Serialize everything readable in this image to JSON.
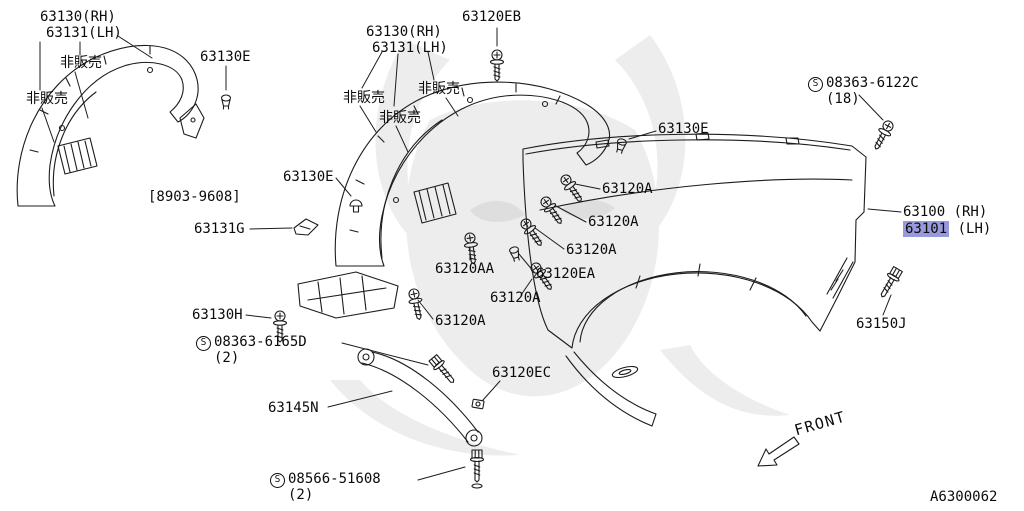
{
  "diagram": {
    "doc_code": "A6300062",
    "front_arrow": "FRONT",
    "s_mark": "S",
    "colors": {
      "highlight": "#9898dc"
    },
    "left_assembly": {
      "title_rh": "63130(RH)",
      "title_lh": "63131(LH)",
      "not_sold_a": "非販売",
      "not_sold_b": "非販売",
      "clip": "63130E",
      "date_range": "[8903-9608]",
      "bracket": "63131G"
    },
    "center_assembly": {
      "title_rh": "63130(RH)",
      "title_lh": "63131(LH)",
      "not_sold_a": "非販売",
      "not_sold_b": "非販売",
      "not_sold_c": "非販売",
      "screw_eb": "63120EB",
      "grommet": "63130E",
      "clip_right": "63130E",
      "screw_a1": "63120A",
      "screw_a2": "63120A",
      "screw_a3": "63120A",
      "screw_aa": "63120AA",
      "screw_ea": "63120EA",
      "screw_a4": "63120A",
      "screw_a5": "63120A",
      "screw_h": "63130H",
      "bolt_s1": "08363-6165D",
      "bolt_s1_qty": "(2)",
      "stay": "63145N",
      "nut_ec": "63120EC",
      "bolt_s2": "08566-51608",
      "bolt_s2_qty": "(2)"
    },
    "fender": {
      "screw_s3": "08363-6122C",
      "screw_s3_qty": "(18)",
      "rh": "63100 (RH)",
      "lh_code": "63101",
      "lh_suffix": "(LH)",
      "bolt_j": "63150J"
    }
  }
}
